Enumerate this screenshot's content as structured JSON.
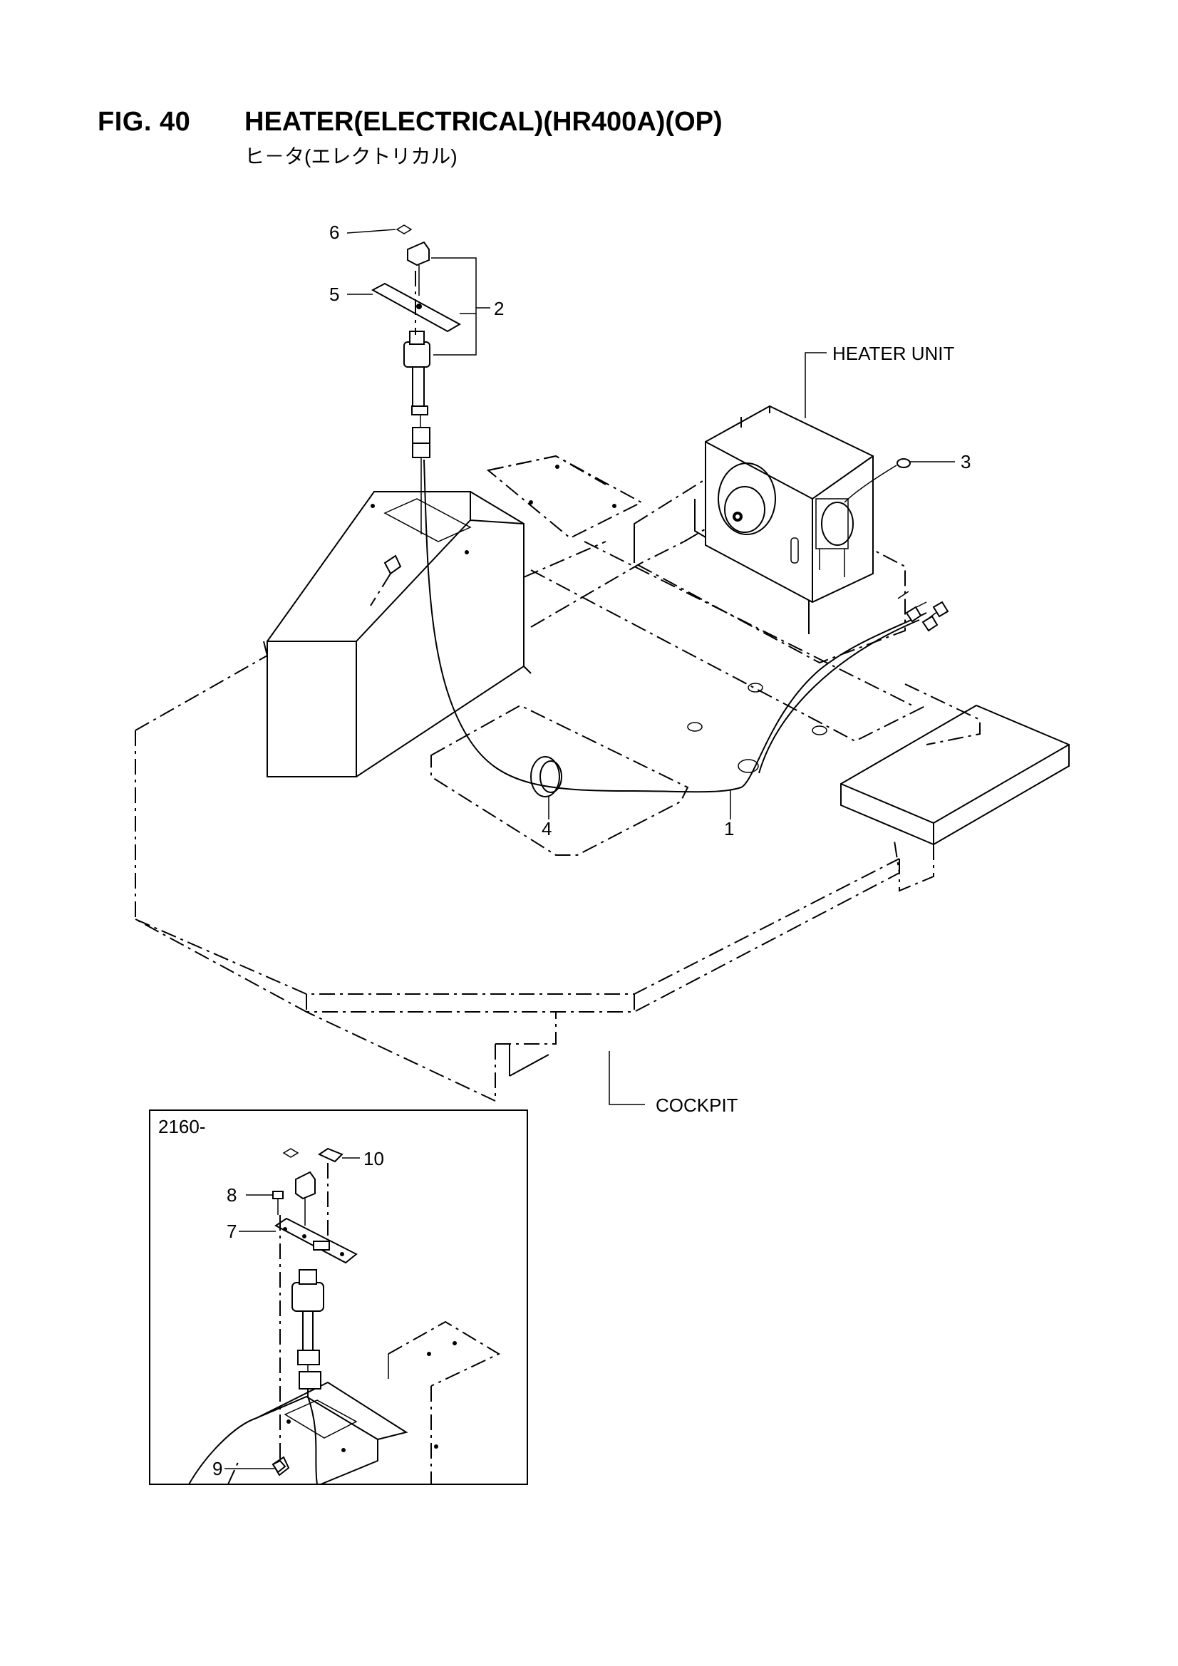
{
  "figure": {
    "number": "FIG. 40",
    "title": "HEATER(ELECTRICAL)(HR400A)(OP)",
    "subtitle": "ヒ－タ(エレクトリカル)"
  },
  "callouts": {
    "heater_unit": "HEATER UNIT",
    "cockpit": "COCKPIT",
    "inset_serial": "2160-"
  },
  "part_numbers": [
    "1",
    "2",
    "3",
    "4",
    "5",
    "6",
    "7",
    "8",
    "9",
    "10"
  ]
}
